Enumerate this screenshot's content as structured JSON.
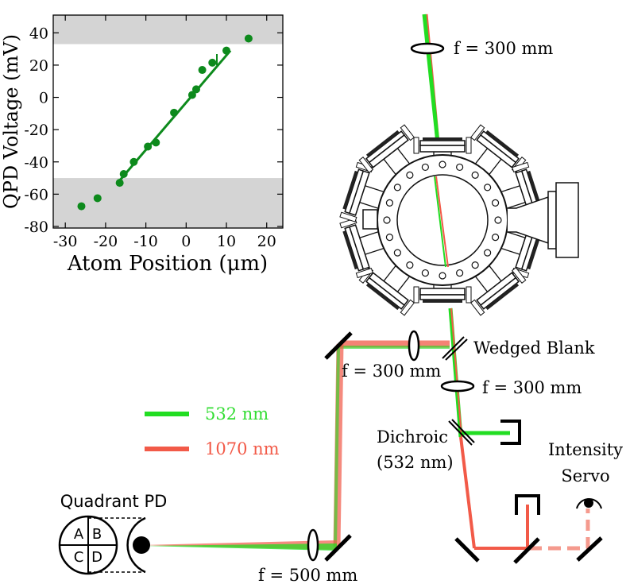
{
  "chart_data": {
    "type": "scatter",
    "xlabel": "Atom Position (μm)",
    "ylabel": "QPD Voltage (mV)",
    "xlim": [
      -33,
      24
    ],
    "ylim": [
      -81,
      51
    ],
    "x_ticks": [
      -30,
      -20,
      -10,
      0,
      10,
      20
    ],
    "y_ticks": [
      40,
      20,
      0,
      -20,
      -40,
      -60,
      -80
    ],
    "x_tick_labels": [
      "-30",
      "-20",
      "-10",
      "0",
      "10",
      "20"
    ],
    "y_tick_labels": [
      "40",
      "20",
      "0",
      "-20",
      "-40",
      "-60",
      "-80"
    ],
    "shaded_bands": [
      {
        "y_from": 33,
        "y_to": 51,
        "color": "#d4d4d4"
      },
      {
        "y_from": -81,
        "y_to": -50,
        "color": "#d4d4d4"
      }
    ],
    "fit_line": {
      "x": [
        -17,
        11
      ],
      "y": [
        -53,
        29
      ],
      "color": "#0d8a1c"
    },
    "series": [
      {
        "color": "#0d8a1c",
        "x": [
          -26,
          -22,
          -16.5,
          -15.5,
          -13,
          -9.5,
          -7.5,
          -3,
          1.5,
          2.5,
          4,
          6.5,
          10,
          15.5
        ],
        "y": [
          -67.5,
          -62.5,
          -53,
          -47.5,
          -40,
          -30.5,
          -28,
          -9.5,
          1.5,
          5,
          17,
          21.5,
          29,
          36.5
        ]
      }
    ]
  },
  "legend": {
    "items": [
      {
        "label": "532 nm",
        "color": "#33dd33"
      },
      {
        "label": "1070 nm",
        "color": "#f25a48"
      }
    ]
  },
  "labels": {
    "lens_top": "f = 300 mm",
    "wedged_blank": "Wedged Blank",
    "lens_mid_left": "f = 300 mm",
    "lens_mid_right": "f = 300 mm",
    "dichroic_line1": "Dichroic",
    "dichroic_line2": "(532 nm)",
    "intensity_line1": "Intensity",
    "intensity_line2": "Servo",
    "quadrant_pd": "Quadrant PD",
    "lens_bottom": "f = 500 mm",
    "quad_a": "A",
    "quad_b": "B",
    "quad_c": "C",
    "quad_d": "D"
  },
  "colors": {
    "green_beam": "#22dd22",
    "red_beam": "#f25a48",
    "fit_green": "#0d8a1c",
    "band_gray": "#d4d4d4"
  }
}
